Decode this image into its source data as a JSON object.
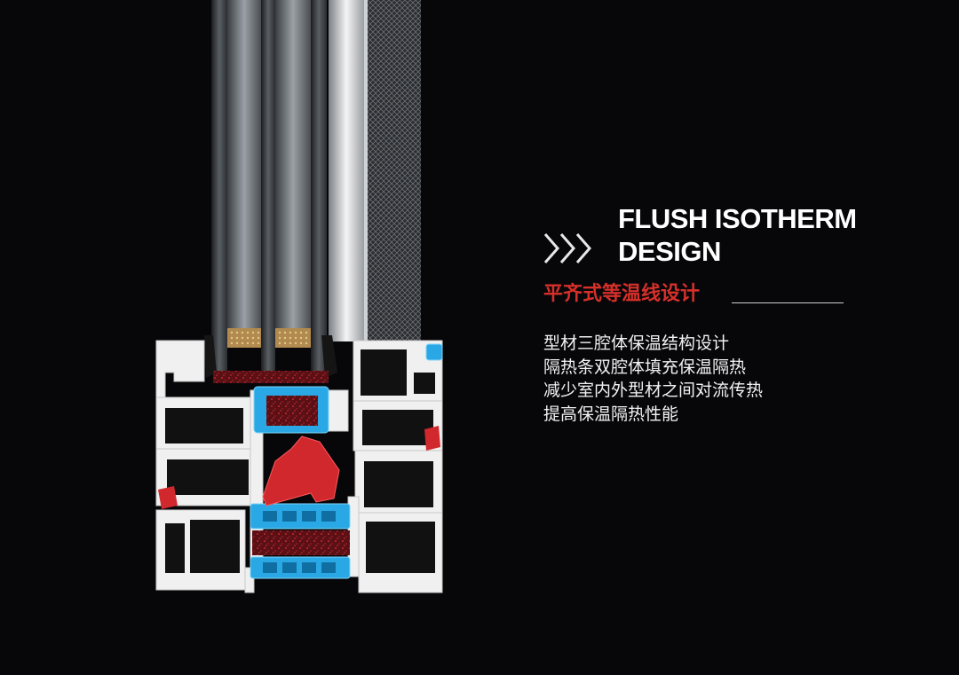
{
  "heading": {
    "line1": "FLUSH ISOTHERM",
    "line2": "DESIGN",
    "chevron_icon": "triple-chevron-right-icon"
  },
  "subtitle": "平齐式等温线设计",
  "features": [
    "型材三腔体保温结构设计",
    "隔热条双腔体填充保温隔热",
    "减少室内外型材之间对流传热",
    "提高保温隔热性能"
  ],
  "colors": {
    "background": "#07070a",
    "accent_red": "#d6302a",
    "insulation_blue": "#2aa8e6",
    "profile_white": "#f0f0f0",
    "text": "#ffffff"
  }
}
